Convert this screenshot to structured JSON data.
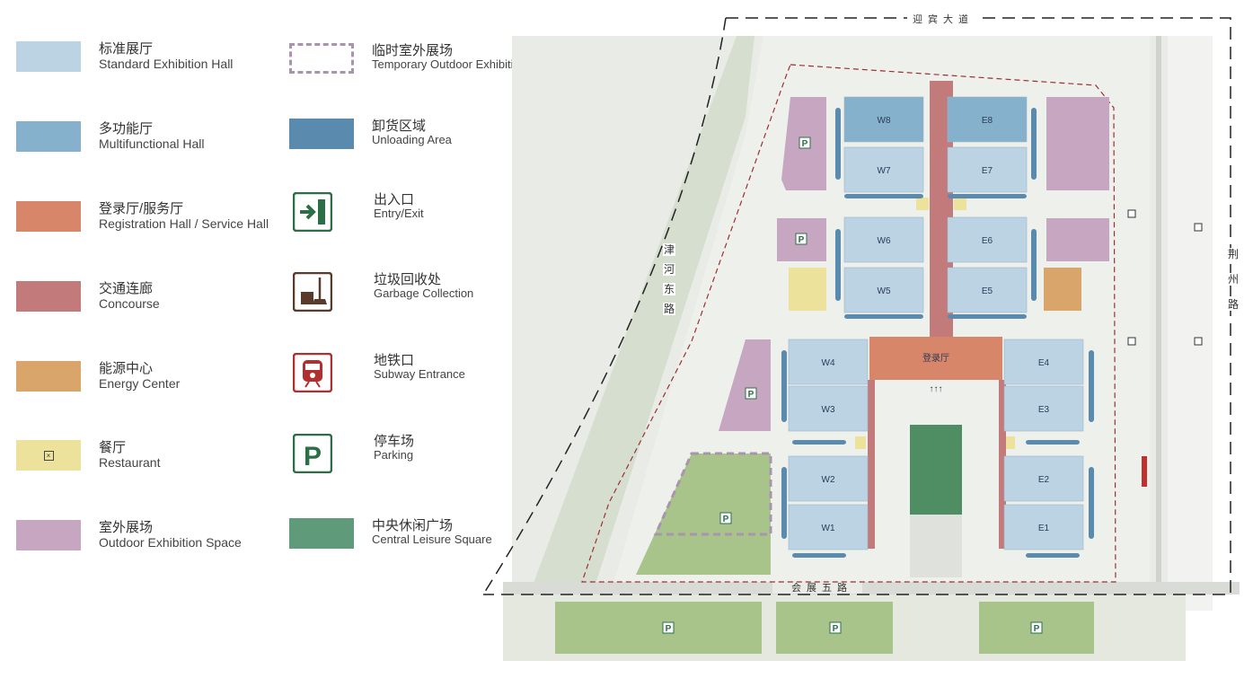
{
  "colors": {
    "standard_hall": "#bcd3e4",
    "multifunctional_hall": "#86b1cc",
    "registration_hall": "#d8866a",
    "concourse": "#c27a7a",
    "energy_center": "#d9a56a",
    "restaurant": "#ece29b",
    "outdoor_exhibition": "#c7a6c2",
    "temporary_outdoor": "#a993ad",
    "unloading_area": "#5a8aae",
    "central_square": "#5f9a7a",
    "icon_green": "#2c6e48",
    "icon_brown": "#5a3a2a",
    "icon_red": "#b03030",
    "parking_lot": "#a8c48a"
  },
  "legend": {
    "col1": [
      {
        "zh": "标准展厅",
        "en": "Standard Exhibition Hall",
        "color_key": "standard_hall"
      },
      {
        "zh": "多功能厅",
        "en": "Multifunctional Hall",
        "color_key": "multifunctional_hall"
      },
      {
        "zh": "登录厅/服务厅",
        "en": "Registration Hall / Service Hall",
        "color_key": "registration_hall"
      },
      {
        "zh": "交通连廊",
        "en": "Concourse",
        "color_key": "concourse"
      },
      {
        "zh": "能源中心",
        "en": "Energy Center",
        "color_key": "energy_center"
      },
      {
        "zh": "餐厅",
        "en": "Restaurant",
        "color_key": "restaurant"
      },
      {
        "zh": "室外展场",
        "en": "Outdoor Exhibition Space",
        "color_key": "outdoor_exhibition"
      }
    ],
    "col2": [
      {
        "zh": "临时室外展场",
        "en": "Temporary Outdoor Exhibition Space",
        "icon": "dashed-rect-icon"
      },
      {
        "zh": "卸货区域",
        "en": "Unloading Area",
        "icon": "unloading-swatch"
      },
      {
        "zh": "出入口",
        "en": "Entry/Exit",
        "icon": "entry-exit-icon"
      },
      {
        "zh": "垃圾回收处",
        "en": "Garbage Collection",
        "icon": "garbage-collection-icon"
      },
      {
        "zh": "地铁口",
        "en": "Subway Entrance",
        "icon": "subway-icon"
      },
      {
        "zh": "停车场",
        "en": "Parking",
        "icon": "parking-icon"
      },
      {
        "zh": "中央休闲广场",
        "en": "Central Leisure Square",
        "icon": "leisure-square-swatch"
      }
    ]
  },
  "map": {
    "roads": {
      "north": "迎宾大道",
      "south": "会展五路",
      "west": "津河东路",
      "east": "荆州路"
    },
    "halls_west": [
      "W8",
      "W7",
      "W6",
      "W5",
      "W4",
      "W3",
      "W2",
      "W1"
    ],
    "halls_east": [
      "E8",
      "E7",
      "E6",
      "E5",
      "E4",
      "E3",
      "E2",
      "E1"
    ],
    "registration_hall_label": "登录厅",
    "parking_symbol": "P",
    "entrance_arrows": "↑↑↑"
  }
}
